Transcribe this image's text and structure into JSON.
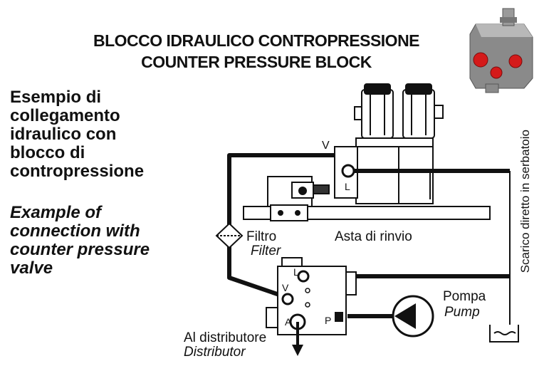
{
  "title_it": "BLOCCO IDRAULICO CONTROPRESSIONE",
  "title_en": "COUNTER PRESSURE BLOCK",
  "desc_it": [
    "Esempio di",
    "collegamento",
    "idraulico con",
    "blocco di",
    "contropressione"
  ],
  "desc_en": [
    "Example of",
    "connection with",
    "counter pressure",
    "valve"
  ],
  "labels": {
    "port_v_top": "V",
    "port_l_top": "L",
    "filtro": "Filtro",
    "filter": "Filter",
    "asta": "Asta di rinvio",
    "port_l_block": "L",
    "port_v_block": "V",
    "port_a": "A",
    "port_p": "P",
    "pompa": "Pompa",
    "pump": "Pump",
    "distributore_it": "Al distributore",
    "distributore_en": "Distributor",
    "scarico": "Scarico diretto in serbatoio"
  }
}
